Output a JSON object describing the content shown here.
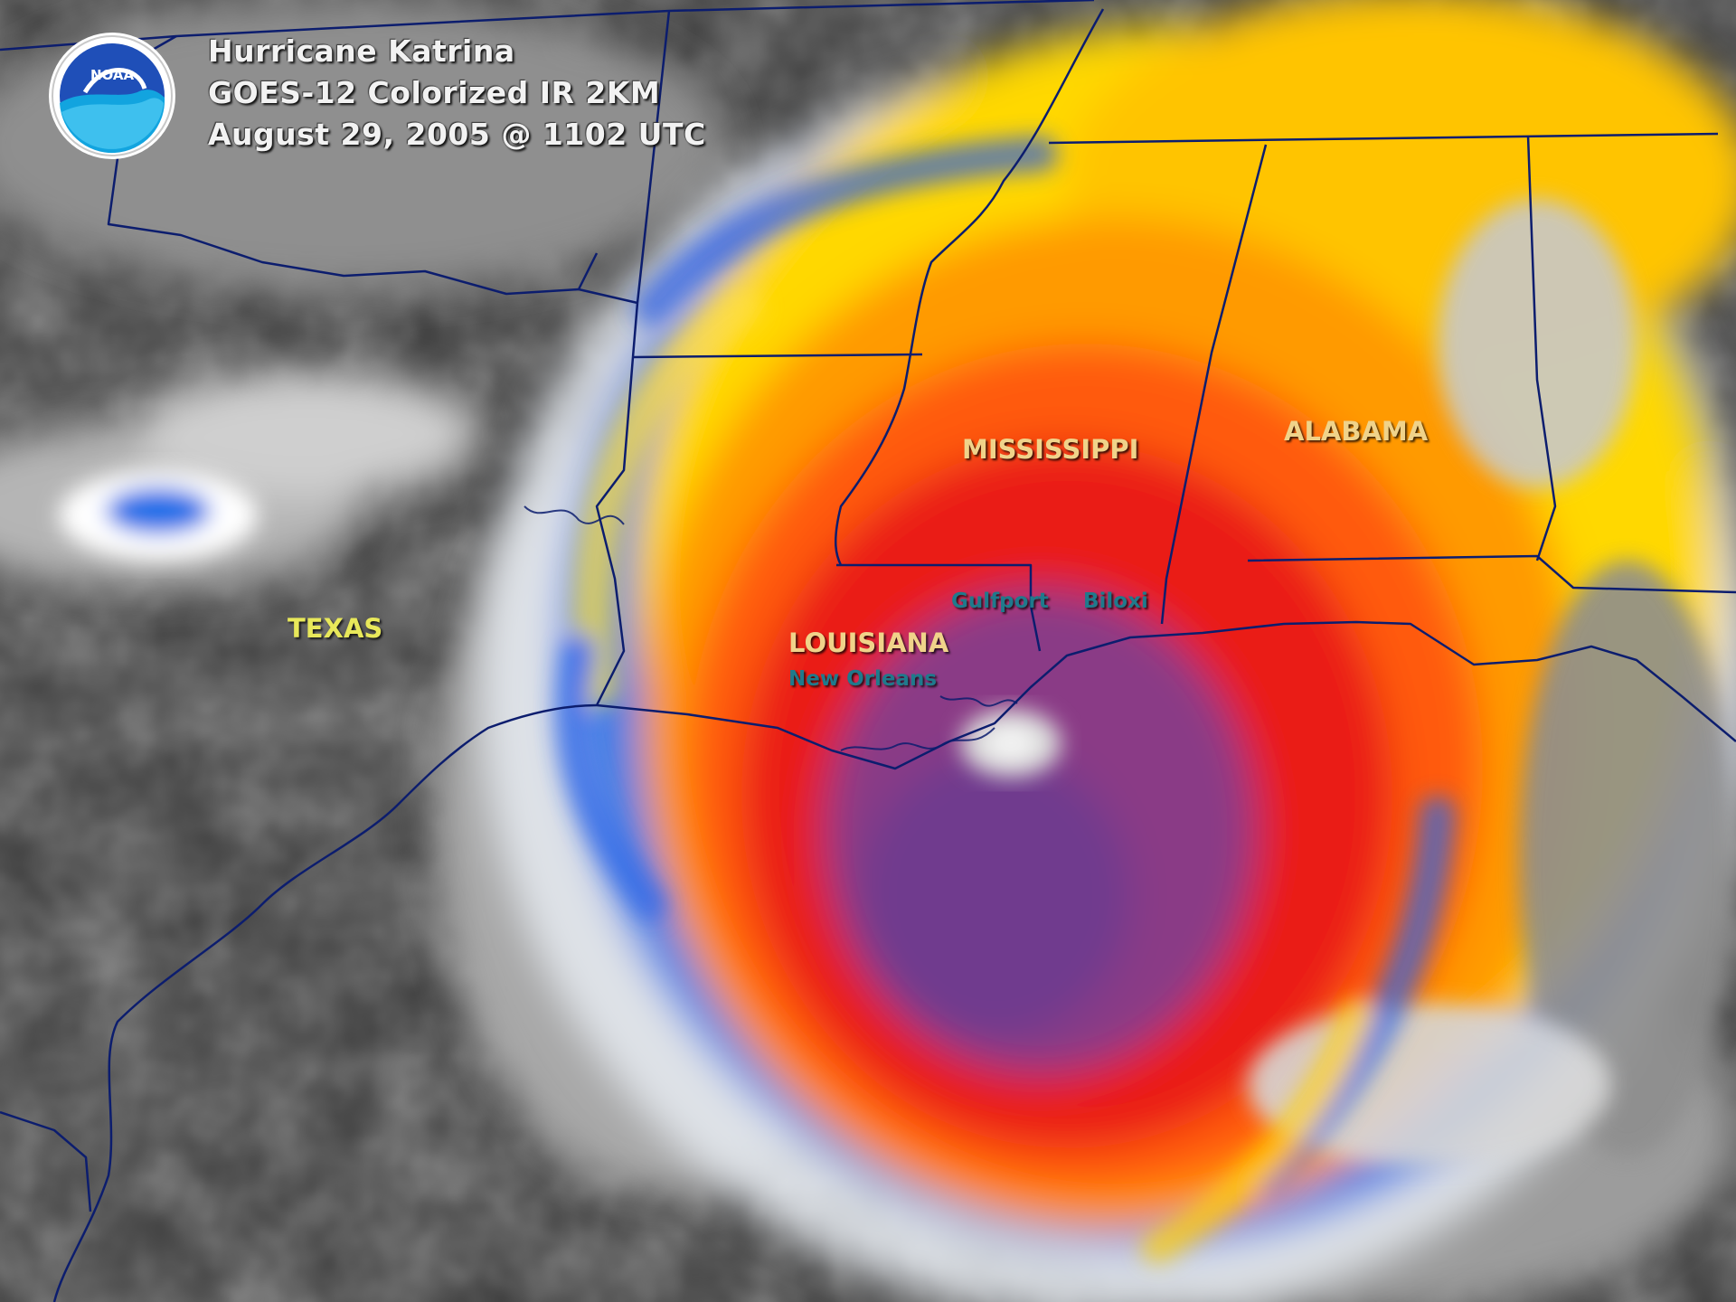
{
  "title": {
    "line1": "Hurricane Katrina",
    "line2": "GOES-12 Colorized IR 2KM",
    "line3": "August 29, 2005 @ 1102 UTC"
  },
  "logo": {
    "text": "NOAA"
  },
  "labels": {
    "texas": "TEXAS",
    "louisiana": "LOUISIANA",
    "mississippi": "MISSISSIPPI",
    "alabama": "ALABAMA",
    "gulfport": "Gulfport",
    "biloxi": "Biloxi",
    "new_orleans": "New Orleans"
  },
  "colors": {
    "state_label_warm": "#f0d38a",
    "state_label_texas": "#e8e85a",
    "city_label": "#1f7a8c",
    "boundary": "#0c1d6e",
    "ir_purple": "#7a3c8c",
    "ir_red": "#e8161c",
    "ir_orange": "#ff7a00",
    "ir_yellow": "#ffd800",
    "ir_blue": "#1e6ee8"
  }
}
